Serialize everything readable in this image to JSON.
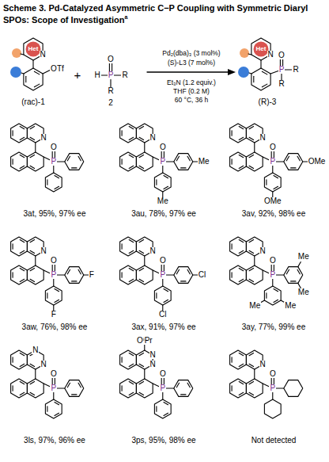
{
  "diagram": {
    "title": "Scheme 3. Pd-Catalyzed Asymmetric C−P Coupling with Symmetric Diaryl SPOs: Scope of Investigation",
    "labels": [
      "a",
      "Het",
      "N",
      "OTf",
      "(rac)-1",
      "+",
      "H",
      "P",
      "O",
      "R",
      "R",
      "2",
      "Pd₂(dba)₃ (3 mol%)",
      "(S)-L3 (7 mol%)",
      "Et₃N (1.2 equiv.)",
      "THF (0.2 M)",
      "60 °C, 36 h",
      "Het",
      "N",
      "P",
      "O",
      "R",
      "R",
      "(R)-3",
      "N",
      "P",
      "O",
      "3at, 95%, 97% ee",
      "N",
      "P",
      "O",
      "Me",
      "Me",
      "3au, 78%, 97% ee",
      "N",
      "P",
      "O",
      "OMe",
      "OMe",
      "3av, 92%, 98% ee",
      "N",
      "P",
      "O",
      "F",
      "F",
      "3aw, 76%, 98% ee",
      "N",
      "P",
      "O",
      "Cl",
      "Cl",
      "3ax, 91%, 97% ee",
      "N",
      "P",
      "O",
      "Me",
      "Me",
      "Me",
      "Me",
      "3ay, 77%, 99% ee",
      "N",
      "N",
      "P",
      "O",
      "3ls, 97%, 96% ee",
      "OⁱPr",
      "N",
      "N",
      "P",
      "O",
      "3ps, 95%, 98% ee",
      "N",
      "P",
      "O",
      "Not detected"
    ]
  }
}
